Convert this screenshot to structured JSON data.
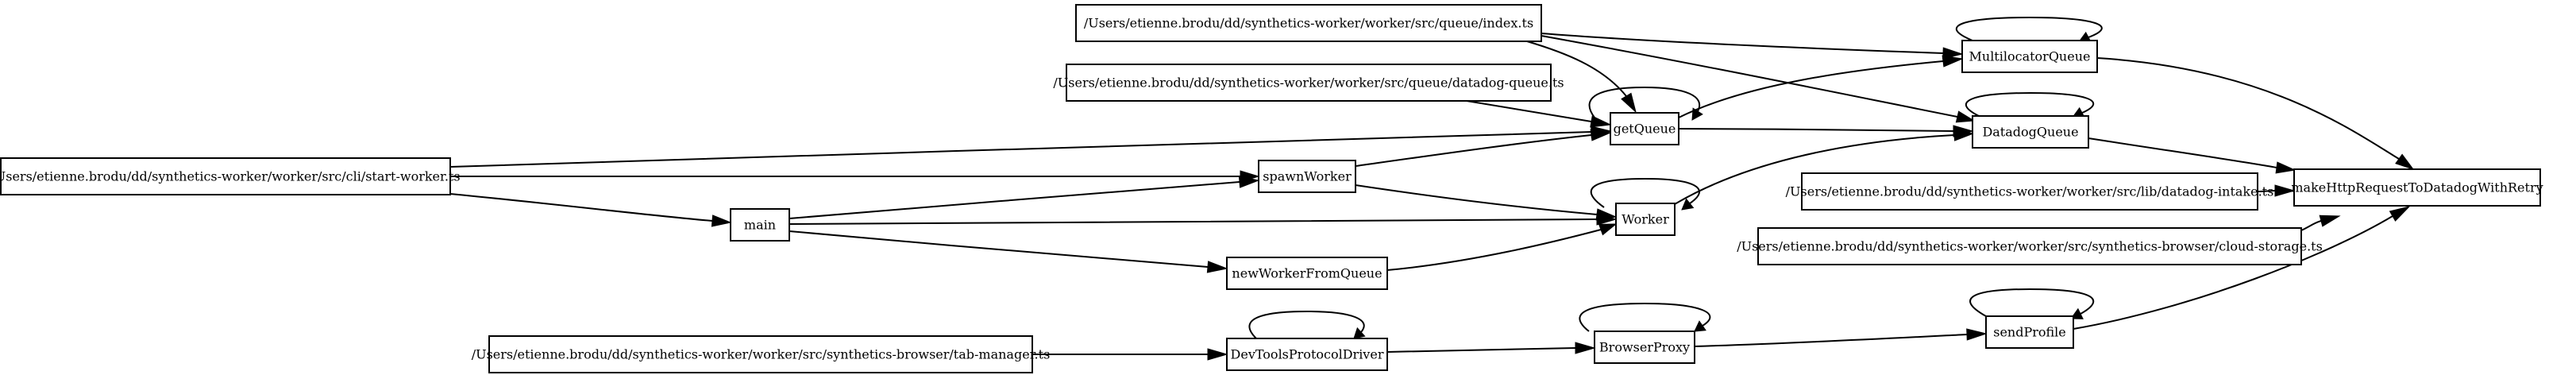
{
  "nodes": [
    {
      "id": "index",
      "label": "/Users/etienne.brodu/dd/synthetics-worker/worker/src/queue/index.ts"
    },
    {
      "id": "datadog_queue_file",
      "label": "/Users/etienne.brodu/dd/synthetics-worker/worker/src/queue/datadog-queue.ts"
    },
    {
      "id": "start_worker",
      "label": "/Users/etienne.brodu/dd/synthetics-worker/worker/src/cli/start-worker.ts"
    },
    {
      "id": "main",
      "label": "main"
    },
    {
      "id": "spawnWorker",
      "label": "spawnWorker"
    },
    {
      "id": "newWorkerFromQueue",
      "label": "newWorkerFromQueue"
    },
    {
      "id": "getQueue",
      "label": "getQueue"
    },
    {
      "id": "Worker",
      "label": "Worker"
    },
    {
      "id": "MultilocatorQueue",
      "label": "MultilocatorQueue"
    },
    {
      "id": "DatadogQueue",
      "label": "DatadogQueue"
    },
    {
      "id": "datadog_intake",
      "label": "/Users/etienne.brodu/dd/synthetics-worker/worker/src/lib/datadog-intake.ts"
    },
    {
      "id": "cloud_storage",
      "label": "/Users/etienne.brodu/dd/synthetics-worker/worker/src/synthetics-browser/cloud-storage.ts"
    },
    {
      "id": "makeHttp",
      "label": "makeHttpRequestToDatadogWithRetry"
    },
    {
      "id": "tab_manager",
      "label": "/Users/etienne.brodu/dd/synthetics-worker/worker/src/synthetics-browser/tab-manager.ts"
    },
    {
      "id": "DevTools",
      "label": "DevToolsProtocolDriver"
    },
    {
      "id": "BrowserProxy",
      "label": "BrowserProxy"
    },
    {
      "id": "sendProfile",
      "label": "sendProfile"
    }
  ],
  "edges": [
    {
      "from": "index",
      "to": "getQueue"
    },
    {
      "from": "index",
      "to": "MultilocatorQueue"
    },
    {
      "from": "index",
      "to": "DatadogQueue"
    },
    {
      "from": "datadog_queue_file",
      "to": "getQueue"
    },
    {
      "from": "start_worker",
      "to": "getQueue"
    },
    {
      "from": "start_worker",
      "to": "spawnWorker"
    },
    {
      "from": "start_worker",
      "to": "main"
    },
    {
      "from": "main",
      "to": "spawnWorker"
    },
    {
      "from": "main",
      "to": "Worker"
    },
    {
      "from": "main",
      "to": "newWorkerFromQueue"
    },
    {
      "from": "spawnWorker",
      "to": "getQueue"
    },
    {
      "from": "spawnWorker",
      "to": "Worker"
    },
    {
      "from": "newWorkerFromQueue",
      "to": "Worker"
    },
    {
      "from": "getQueue",
      "to": "getQueue"
    },
    {
      "from": "getQueue",
      "to": "MultilocatorQueue"
    },
    {
      "from": "getQueue",
      "to": "DatadogQueue"
    },
    {
      "from": "Worker",
      "to": "Worker"
    },
    {
      "from": "Worker",
      "to": "DatadogQueue"
    },
    {
      "from": "MultilocatorQueue",
      "to": "MultilocatorQueue"
    },
    {
      "from": "MultilocatorQueue",
      "to": "makeHttp"
    },
    {
      "from": "DatadogQueue",
      "to": "DatadogQueue"
    },
    {
      "from": "DatadogQueue",
      "to": "makeHttp"
    },
    {
      "from": "datadog_intake",
      "to": "makeHttp"
    },
    {
      "from": "cloud_storage",
      "to": "makeHttp"
    },
    {
      "from": "tab_manager",
      "to": "DevTools"
    },
    {
      "from": "DevTools",
      "to": "DevTools"
    },
    {
      "from": "DevTools",
      "to": "BrowserProxy"
    },
    {
      "from": "BrowserProxy",
      "to": "BrowserProxy"
    },
    {
      "from": "BrowserProxy",
      "to": "sendProfile"
    },
    {
      "from": "sendProfile",
      "to": "sendProfile"
    },
    {
      "from": "sendProfile",
      "to": "makeHttp"
    }
  ]
}
